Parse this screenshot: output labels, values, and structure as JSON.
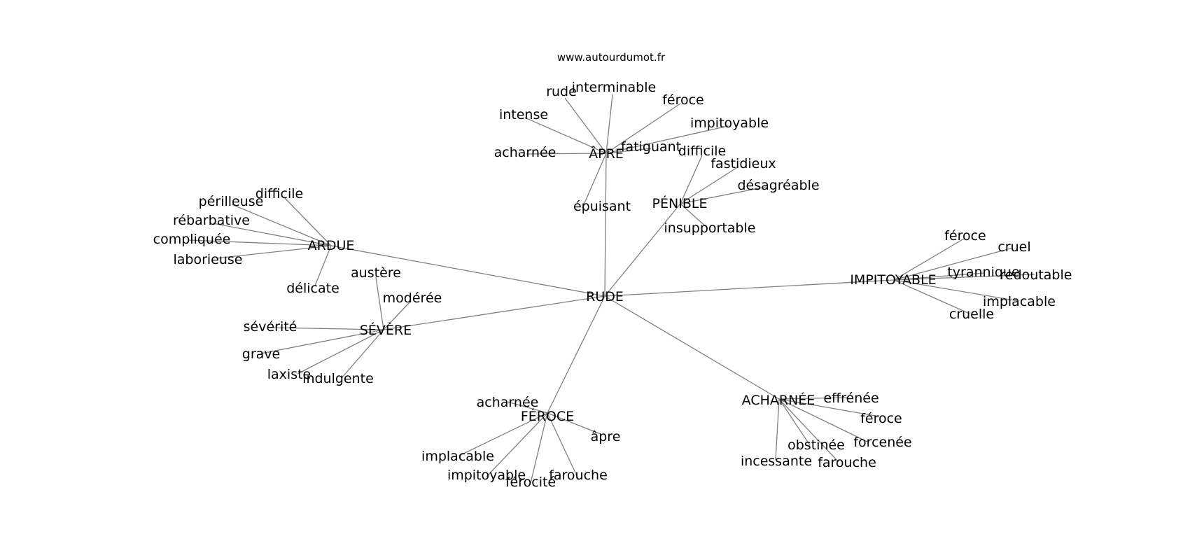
{
  "source": "www.autourdumot.fr",
  "center": "RUDE",
  "clusters": [
    {
      "id": "apre",
      "label": "ÂPRE",
      "words": [
        "rude",
        "interminable",
        "féroce",
        "impitoyable",
        "intense",
        "acharnée",
        "fatiguant",
        "épuisant"
      ]
    },
    {
      "id": "penible",
      "label": "PÉNIBLE",
      "words": [
        "difficile",
        "fastidieux",
        "désagréable",
        "insupportable"
      ]
    },
    {
      "id": "ardue",
      "label": "ARDUE",
      "words": [
        "difficile",
        "périlleuse",
        "rébarbative",
        "compliquée",
        "laborieuse",
        "délicate"
      ]
    },
    {
      "id": "severe",
      "label": "SÉVÈRE",
      "words": [
        "austère",
        "modérée",
        "sévérité",
        "grave",
        "laxiste",
        "indulgente"
      ]
    },
    {
      "id": "impitoyable",
      "label": "IMPITOYABLE",
      "words": [
        "féroce",
        "cruel",
        "tyrannique",
        "redoutable",
        "implacable",
        "cruelle"
      ]
    },
    {
      "id": "feroce",
      "label": "FÉROCE",
      "words": [
        "acharnée",
        "âpre",
        "implacable",
        "impitoyable",
        "férocité",
        "farouche"
      ]
    },
    {
      "id": "acharnee",
      "label": "ACHARNÉE",
      "words": [
        "effrénée",
        "féroce",
        "forcenée",
        "obstinée",
        "incessante",
        "farouche"
      ]
    }
  ]
}
